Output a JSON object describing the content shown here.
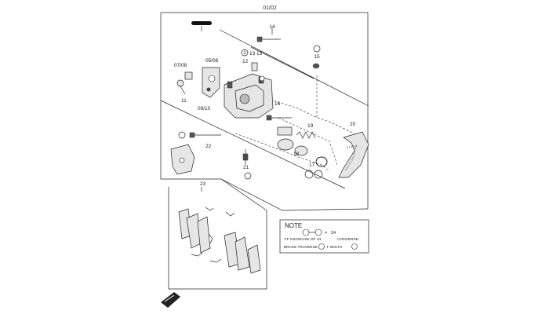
{
  "page_ref": "01/02",
  "callouts": {
    "c14": "14",
    "c12": "12",
    "c13": "13",
    "c13b": "13",
    "c1": "1",
    "c15": "15",
    "c0708": "07/08",
    "c0506": "05/06",
    "c11": "11",
    "c0910": "09/10",
    "c16": "16",
    "c19": "19",
    "c20": "20",
    "c22": "22",
    "c18": "18",
    "c17": "17",
    "c21": "21",
    "c23": "23"
  },
  "note_box": {
    "title": "NOTE",
    "eq_value": "24",
    "line2_left": "T.F INCREASE OF",
    "line2_mid": "24",
    "line2_right": "CONVERSE",
    "line3_left": "BRAKE TRAVERSE",
    "line3_right": "T. BOLTS"
  },
  "colors": {
    "ink": "#222222",
    "part_fill": "#e6e6e6"
  }
}
